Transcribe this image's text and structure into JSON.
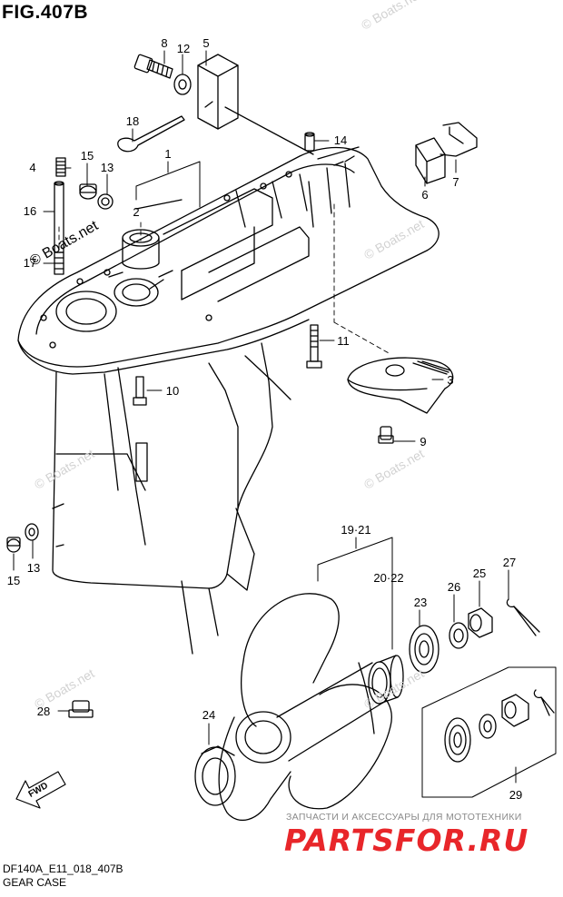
{
  "title": "FIG.407B",
  "footer": {
    "code": "DF140A_E11_018_407B",
    "name": "GEAR CASE"
  },
  "watermark": "© Boats.net",
  "promo": {
    "text": "ЗАПЧАСТИ И АКСЕССУАРЫ ДЛЯ МОТОТЕХНИКИ",
    "logo": "PARTSFOR.RU"
  },
  "fwd_label": "FWD",
  "callouts": {
    "c8": "8",
    "c12": "12",
    "c5": "5",
    "c18": "18",
    "c14": "14",
    "c15a": "15",
    "c4": "4",
    "c13a": "13",
    "c1": "1",
    "c16": "16",
    "c2": "2",
    "c17": "17",
    "c6": "6",
    "c7": "7",
    "c11": "11",
    "c3": "3",
    "c10": "10",
    "c9": "9",
    "c15b": "15",
    "c13b": "13",
    "c1921": "19·21",
    "c27": "27",
    "c2022": "20·22",
    "c25": "25",
    "c26": "26",
    "c23": "23",
    "c28": "28",
    "c24": "24",
    "c29": "29"
  },
  "colors": {
    "ink": "#000000",
    "watermark": "#d2d2d2",
    "logo": "#e8262a"
  }
}
